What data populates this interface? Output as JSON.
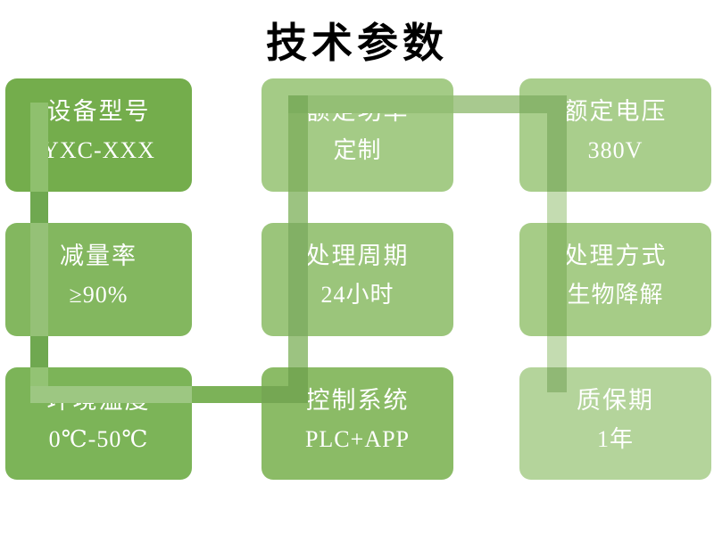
{
  "slide": {
    "title": "技术参数",
    "background": "#FFFFFF",
    "text_color": "#FFFFFF",
    "title_color": "#000000"
  },
  "cards": [
    {
      "label": "设备型号",
      "value": "YXC-XXX",
      "color": "#74AD4C"
    },
    {
      "label": "额定功率",
      "value": "定制",
      "color": "#A4CB86"
    },
    {
      "label": "额定电压",
      "value": "380V",
      "color": "#A9CE8C"
    },
    {
      "label": "减量率",
      "value": "≥90%",
      "color": "#83B75F"
    },
    {
      "label": "处理周期",
      "value": "24小时",
      "color": "#9BC57B"
    },
    {
      "label": "处理方式",
      "value": "生物降解",
      "color": "#A6CC87"
    },
    {
      "label": "环境温度",
      "value": "0℃-50℃",
      "color": "#7CB458"
    },
    {
      "label": "控制系统",
      "value": "PLC+APP",
      "color": "#8BBB66"
    },
    {
      "label": "质保期",
      "value": "1年",
      "color": "#B4D49B"
    }
  ],
  "connector": {
    "pieces": {
      "left_over_card1": "#8FC06E",
      "left_gap_top": "#6FA850",
      "left_over_card4": "#95C177",
      "left_gap_bottom": "#6FA850",
      "left_over_card7": "#93C374",
      "bottom_over_card7": "#9DC782",
      "bottom_gap": "#7CB258",
      "bottom_over_card8": "#75A753",
      "mid_corner_card8": "#75A753",
      "mid_gap_bottom": "#9CC381",
      "mid_over_card5": "#82B065",
      "mid_gap_top": "#9CC381",
      "mid_over_card2": "#86B465",
      "top_corner_card2": "#7DAE5E",
      "top_over_card2": "#94BF75",
      "top_gap": "#A8C98F",
      "top_over_card3": "#89B56C",
      "right_over_card3": "#89B56C",
      "right_gap_top": "#C4DCB1",
      "right_over_card6": "#8CB96A",
      "right_gap_bottom": "#C4DCB1",
      "right_over_card9": "#90B875"
    }
  }
}
